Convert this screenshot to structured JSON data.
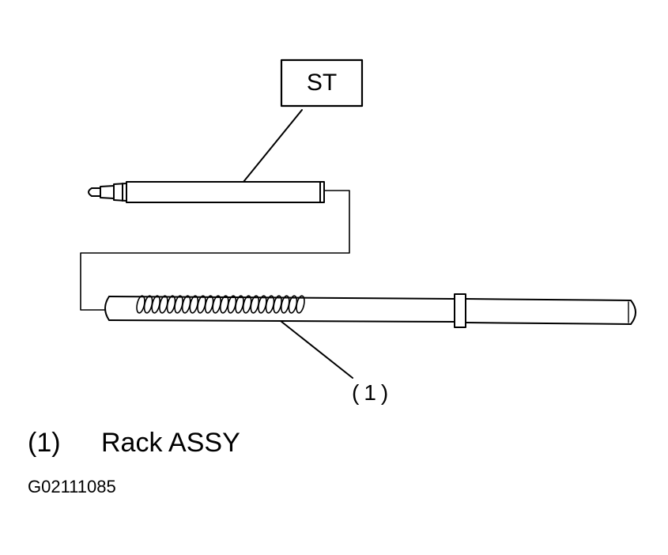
{
  "tool_box_label": "ST",
  "callout": "(1)",
  "legend": {
    "number": "(1)",
    "text": "Rack ASSY"
  },
  "figure_code": "G02111085"
}
